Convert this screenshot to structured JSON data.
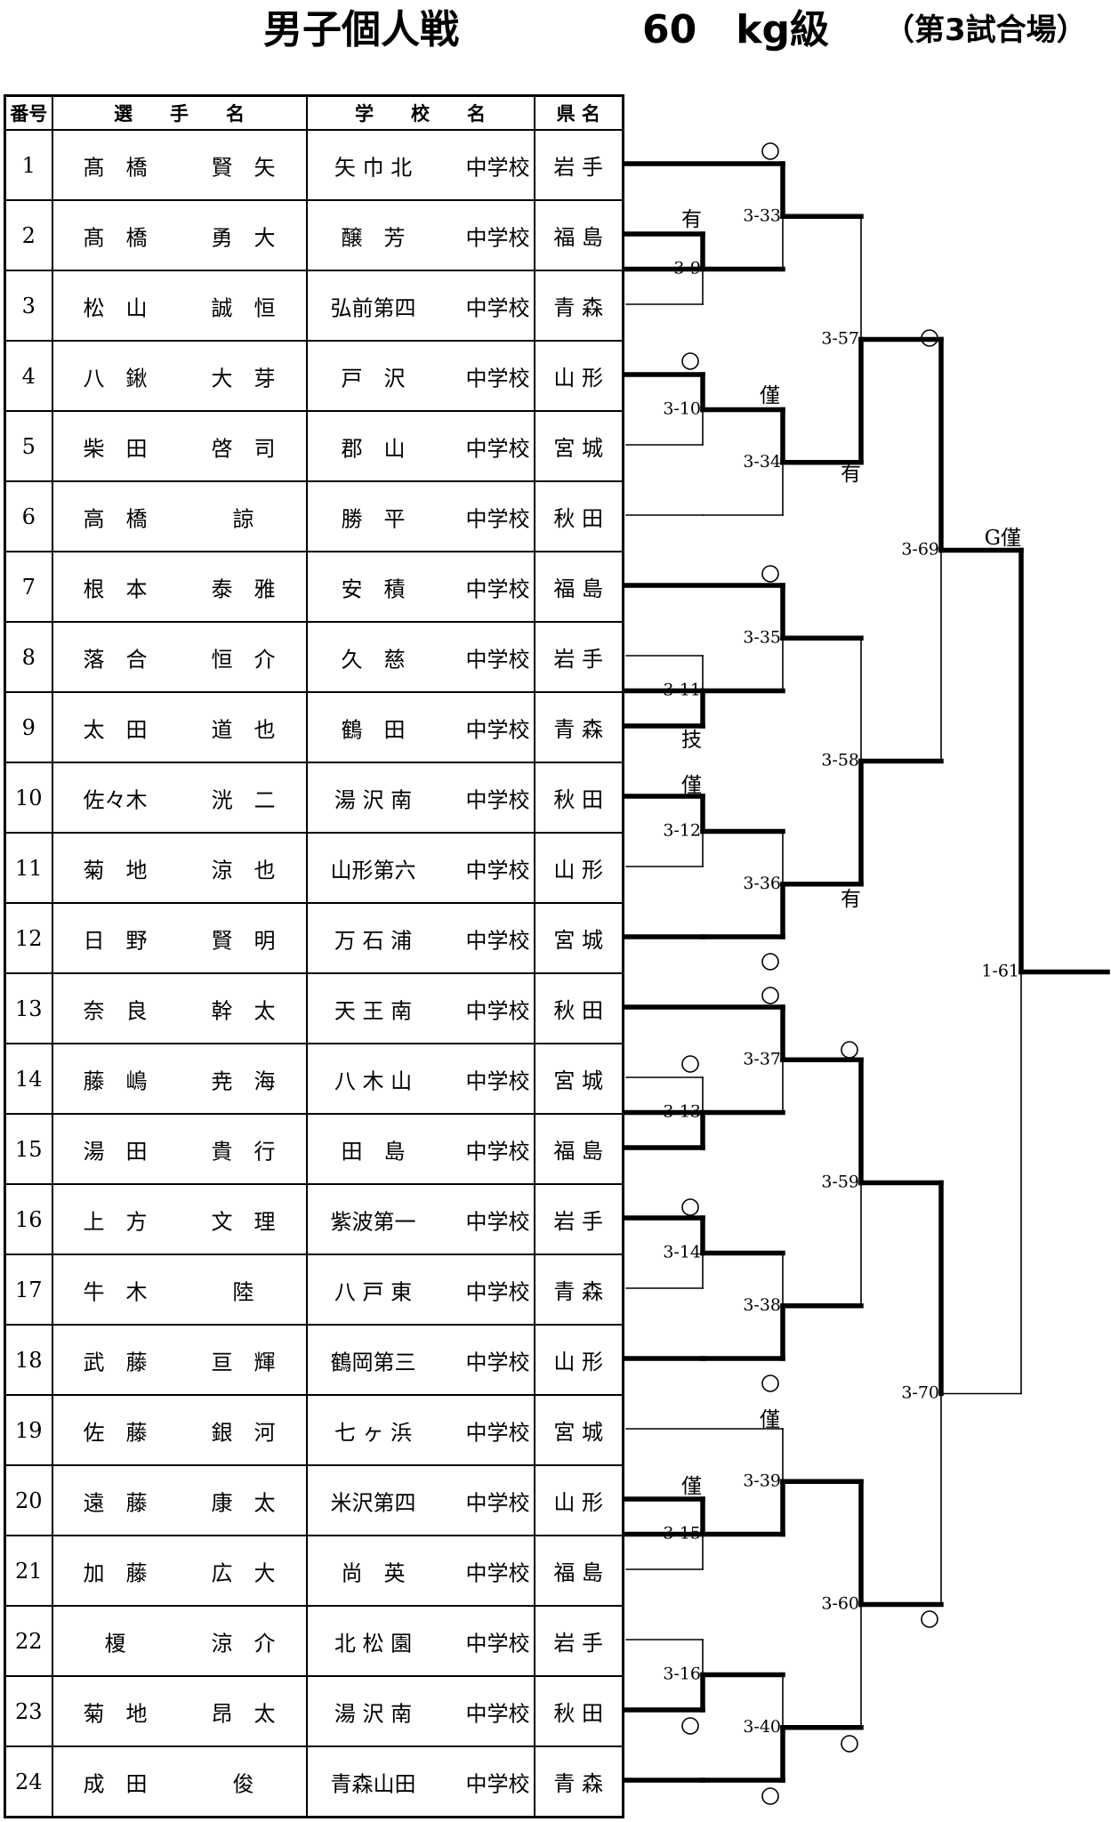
{
  "header": {
    "event": "男子個人戦",
    "weight": "60　kg級",
    "venue": "（第3試合場）"
  },
  "table": {
    "headers": [
      "番号",
      "選　　手　　名",
      "学　　校　　名",
      "県 名"
    ],
    "rows": [
      {
        "no": "1",
        "surname": "髙　橋",
        "given": "賢　矢",
        "school": "矢 巾 北",
        "suffix": "中学校",
        "pref": "岩 手"
      },
      {
        "no": "2",
        "surname": "髙　橋",
        "given": "勇　大",
        "school": "醸　芳",
        "suffix": "中学校",
        "pref": "福 島"
      },
      {
        "no": "3",
        "surname": "松　山",
        "given": "誠　恒",
        "school": "弘前第四",
        "suffix": "中学校",
        "pref": "青 森"
      },
      {
        "no": "4",
        "surname": "八　鍬",
        "given": "大　芽",
        "school": "戸　沢",
        "suffix": "中学校",
        "pref": "山 形"
      },
      {
        "no": "5",
        "surname": "柴　田",
        "given": "啓　司",
        "school": "郡　山",
        "suffix": "中学校",
        "pref": "宮 城"
      },
      {
        "no": "6",
        "surname": "高　橋",
        "given": "諒",
        "school": "勝　平",
        "suffix": "中学校",
        "pref": "秋 田"
      },
      {
        "no": "7",
        "surname": "根　本",
        "given": "泰　雅",
        "school": "安　積",
        "suffix": "中学校",
        "pref": "福 島"
      },
      {
        "no": "8",
        "surname": "落　合",
        "given": "恒　介",
        "school": "久　慈",
        "suffix": "中学校",
        "pref": "岩 手"
      },
      {
        "no": "9",
        "surname": "太　田",
        "given": "道　也",
        "school": "鶴　田",
        "suffix": "中学校",
        "pref": "青 森"
      },
      {
        "no": "10",
        "surname": "佐々木",
        "given": "洸　二",
        "school": "湯 沢 南",
        "suffix": "中学校",
        "pref": "秋 田"
      },
      {
        "no": "11",
        "surname": "菊　地",
        "given": "涼　也",
        "school": "山形第六",
        "suffix": "中学校",
        "pref": "山 形"
      },
      {
        "no": "12",
        "surname": "日　野",
        "given": "賢　明",
        "school": "万 石 浦",
        "suffix": "中学校",
        "pref": "宮 城"
      },
      {
        "no": "13",
        "surname": "奈　良",
        "given": "幹　太",
        "school": "天 王 南",
        "suffix": "中学校",
        "pref": "秋 田"
      },
      {
        "no": "14",
        "surname": "藤　嶋",
        "given": "尭　海",
        "school": "八 木 山",
        "suffix": "中学校",
        "pref": "宮 城"
      },
      {
        "no": "15",
        "surname": "湯　田",
        "given": "貴　行",
        "school": "田　島",
        "suffix": "中学校",
        "pref": "福 島"
      },
      {
        "no": "16",
        "surname": "上　方",
        "given": "文　理",
        "school": "紫波第一",
        "suffix": "中学校",
        "pref": "岩 手"
      },
      {
        "no": "17",
        "surname": "牛　木",
        "given": "陸",
        "school": "八 戸 東",
        "suffix": "中学校",
        "pref": "青 森"
      },
      {
        "no": "18",
        "surname": "武　藤",
        "given": "亘　輝",
        "school": "鶴岡第三",
        "suffix": "中学校",
        "pref": "山 形"
      },
      {
        "no": "19",
        "surname": "佐　藤",
        "given": "銀　河",
        "school": "七 ヶ 浜",
        "suffix": "中学校",
        "pref": "宮 城"
      },
      {
        "no": "20",
        "surname": "遠　藤",
        "given": "康　太",
        "school": "米沢第四",
        "suffix": "中学校",
        "pref": "山 形"
      },
      {
        "no": "21",
        "surname": "加　藤",
        "given": "広　大",
        "school": "尚　英",
        "suffix": "中学校",
        "pref": "福 島"
      },
      {
        "no": "22",
        "surname": "榎",
        "given": "涼　介",
        "school": "北 松 園",
        "suffix": "中学校",
        "pref": "岩 手"
      },
      {
        "no": "23",
        "surname": "菊　地",
        "given": "昂　太",
        "school": "湯 沢 南",
        "suffix": "中学校",
        "pref": "秋 田"
      },
      {
        "no": "24",
        "surname": "成　田",
        "given": "俊",
        "school": "青森山田",
        "suffix": "中学校",
        "pref": "青 森"
      }
    ]
  },
  "bracket": {
    "matches": [
      "3-9",
      "3-10",
      "3-11",
      "3-12",
      "3-13",
      "3-14",
      "3-15",
      "3-16",
      "3-33",
      "3-34",
      "3-35",
      "3-36",
      "3-37",
      "3-38",
      "3-39",
      "3-40",
      "3-57",
      "3-58",
      "3-59",
      "3-60",
      "3-69",
      "3-70",
      "1-61"
    ],
    "results": [
      "有",
      "有",
      "有",
      "僅",
      "僅",
      "僅",
      "僅",
      "技",
      "G僅"
    ],
    "win_mark": "○"
  }
}
